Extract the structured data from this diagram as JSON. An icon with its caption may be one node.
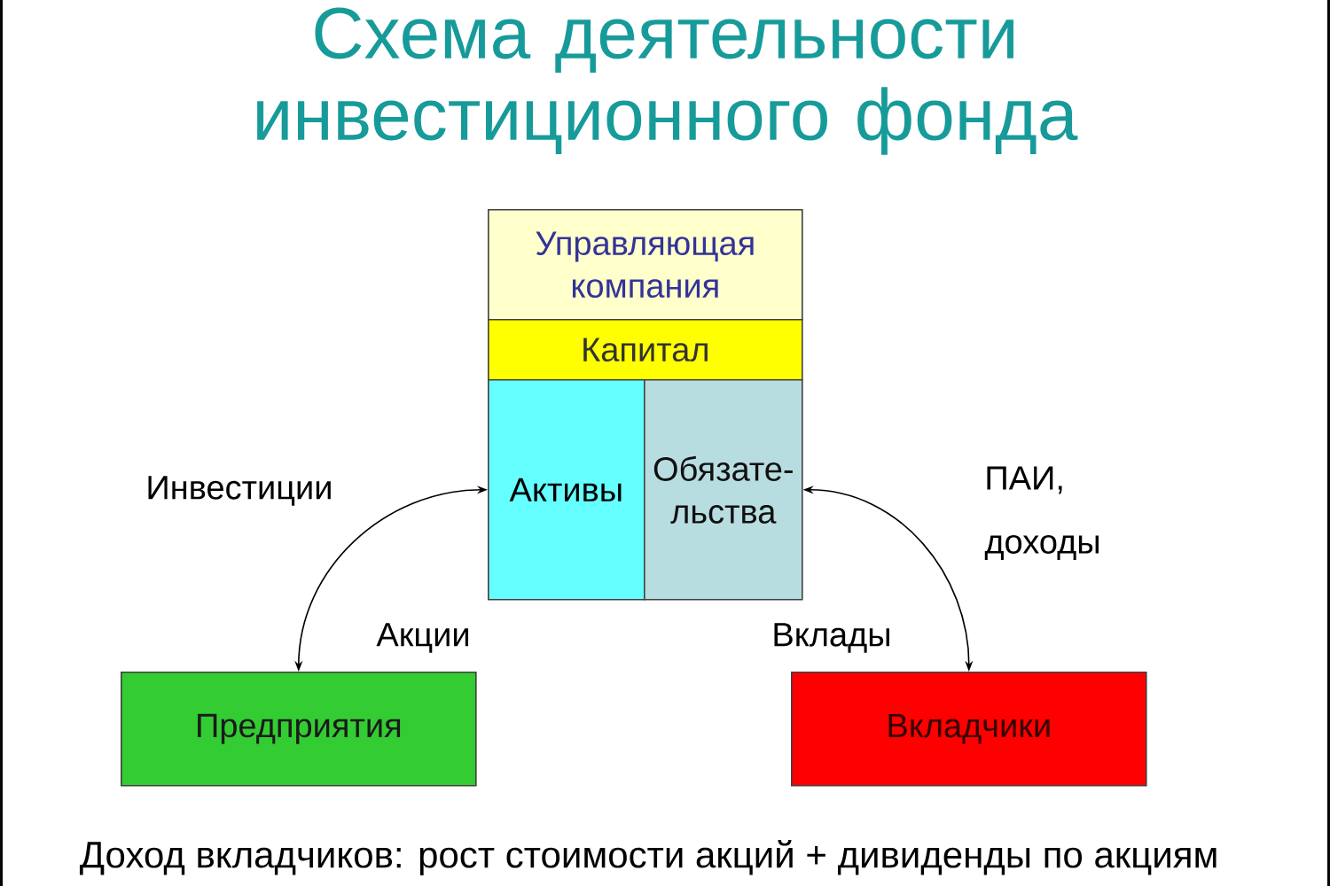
{
  "diagram": {
    "title": "Схема деятельности инвестиционного фонда",
    "caption": "Доход вкладчиков: рост стоимости акций + дивиденды по акциям",
    "nodes": [
      {
        "text": [
          "Управляющая компания"
        ]
      },
      {
        "text": [
          "Капитал"
        ]
      },
      {
        "text": [
          "Активы"
        ]
      },
      {
        "text": [
          "Обязате- льства"
        ]
      },
      {
        "text": [
          "Предприятия"
        ]
      },
      {
        "text": [
          "Вкладчики"
        ]
      }
    ],
    "edges": [
      {
        "from": 4,
        "to": 2,
        "arrow": "both"
      },
      {
        "from": 5,
        "to": 3,
        "arrow": "both"
      }
    ],
    "labels": [
      "Инвестиции",
      "ПАИ, доходы",
      "Акции",
      "Вклады"
    ]
  }
}
